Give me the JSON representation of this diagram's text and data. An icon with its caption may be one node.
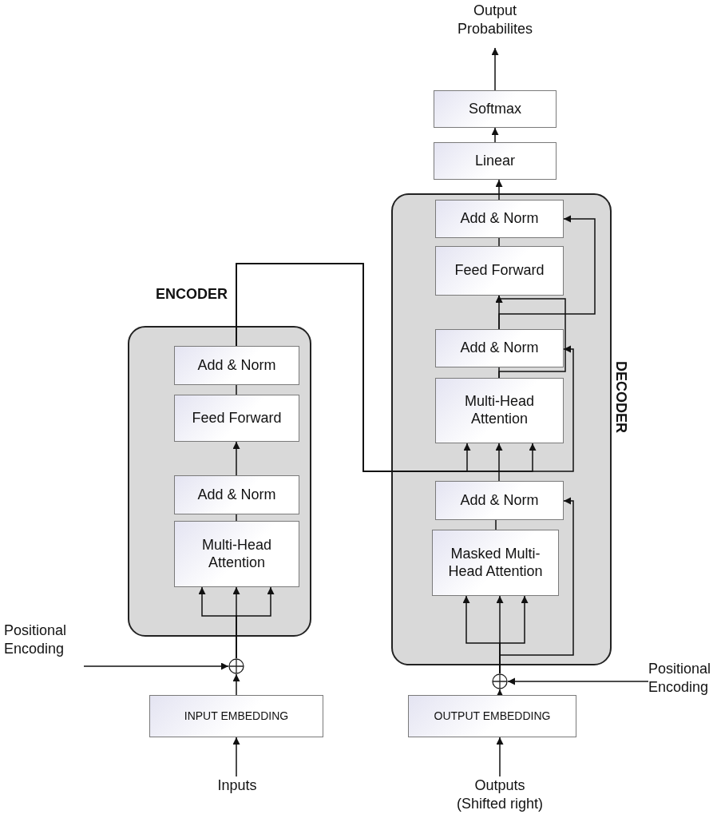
{
  "diagram": {
    "nodes": [
      {
        "text": [
          "Output Probabilites"
        ]
      },
      {
        "text": [
          "Softmax"
        ]
      },
      {
        "text": [
          "Linear"
        ]
      },
      {
        "text": [
          "DECODER"
        ]
      },
      {
        "text": [
          "Add & Norm"
        ],
        "in": 3
      },
      {
        "text": [
          "Feed Forward"
        ],
        "in": 3
      },
      {
        "text": [
          "Add & Norm"
        ],
        "in": 3
      },
      {
        "text": [
          "Multi-Head Attention"
        ],
        "in": 3
      },
      {
        "text": [
          "Add & Norm"
        ],
        "in": 3
      },
      {
        "text": [
          "Masked Multi-Head Attention"
        ],
        "in": 3
      },
      {
        "text": [],
        "shape": "circle"
      },
      {
        "text": [
          "OUTPUT EMBEDDING"
        ]
      },
      {
        "text": [
          "Outputs (Shifted right)"
        ]
      },
      {
        "text": [
          "Positional Encoding"
        ]
      },
      {
        "text": [
          "ENCODER"
        ]
      },
      {
        "text": [
          "Add & Norm"
        ],
        "in": 14
      },
      {
        "text": [
          "Feed Forward"
        ],
        "in": 14
      },
      {
        "text": [
          "Add & Norm"
        ],
        "in": 14
      },
      {
        "text": [
          "Multi-Head Attention"
        ],
        "in": 14
      },
      {
        "text": [],
        "shape": "circle"
      },
      {
        "text": [
          "INPUT EMBEDDING"
        ]
      },
      {
        "text": [
          "Inputs"
        ]
      },
      {
        "text": [
          "Positional Encoding"
        ]
      }
    ],
    "edges": [
      {
        "from": 1,
        "to": 0,
        "arrow": "to"
      },
      {
        "from": 2,
        "to": 1,
        "arrow": "to"
      },
      {
        "from": 4,
        "to": 2,
        "arrow": "to"
      },
      {
        "from": 5,
        "to": 4,
        "arrow": "none"
      },
      {
        "from": 6,
        "to": 5,
        "arrow": "to"
      },
      {
        "from": 6,
        "to": 4,
        "arrow": "to"
      },
      {
        "from": 7,
        "to": 5,
        "arrow": "to"
      },
      {
        "from": 7,
        "to": 6,
        "arrow": "none"
      },
      {
        "from": 8,
        "to": 7,
        "arrow": "to"
      },
      {
        "from": 15,
        "to": 7,
        "arrow": "to"
      },
      {
        "from": 15,
        "to": 7,
        "arrow": "to"
      },
      {
        "from": 15,
        "to": 6,
        "arrow": "to"
      },
      {
        "from": 9,
        "to": 8,
        "arrow": "none"
      },
      {
        "from": 10,
        "to": 9,
        "arrow": "to"
      },
      {
        "from": 10,
        "to": 9,
        "arrow": "to"
      },
      {
        "from": 10,
        "to": 9,
        "arrow": "to"
      },
      {
        "from": 10,
        "to": 8,
        "arrow": "to"
      },
      {
        "from": 11,
        "to": 10,
        "arrow": "to"
      },
      {
        "from": 13,
        "to": 10,
        "arrow": "to"
      },
      {
        "from": 12,
        "to": 11,
        "arrow": "to"
      },
      {
        "from": 16,
        "to": 15,
        "arrow": "none"
      },
      {
        "from": 17,
        "to": 16,
        "arrow": "to"
      },
      {
        "from": 18,
        "to": 17,
        "arrow": "none"
      },
      {
        "from": 19,
        "to": 18,
        "arrow": "to"
      },
      {
        "from": 19,
        "to": 18,
        "arrow": "to"
      },
      {
        "from": 19,
        "to": 18,
        "arrow": "to"
      },
      {
        "from": 20,
        "to": 19,
        "arrow": "to"
      },
      {
        "from": 22,
        "to": 19,
        "arrow": "to"
      },
      {
        "from": 21,
        "to": 20,
        "arrow": "to"
      }
    ]
  }
}
